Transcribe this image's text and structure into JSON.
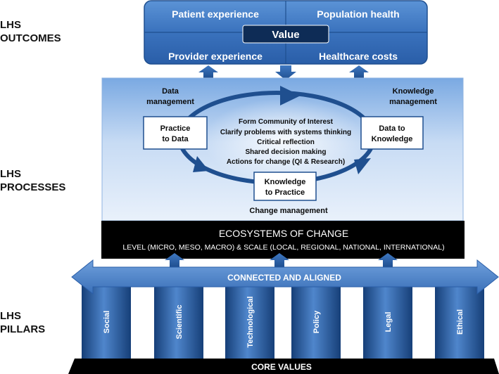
{
  "labels": {
    "outcomes_line1": "LHS",
    "outcomes_line2": "OUTCOMES",
    "processes_line1": "LHS",
    "processes_line2": "PROCESSES",
    "pillars_line1": "LHS",
    "pillars_line2": "PILLARS"
  },
  "outcomes": {
    "top_left": "Patient experience",
    "top_right": "Population health",
    "center": "Value",
    "bottom_left": "Provider experience",
    "bottom_right": "Healthcare costs"
  },
  "processes": {
    "data_management": [
      "Data",
      "management"
    ],
    "knowledge_management": [
      "Knowledge",
      "management"
    ],
    "change_management": "Change management",
    "box_practice_to_data": [
      "Practice",
      "to Data"
    ],
    "box_data_to_knowledge": [
      "Data to",
      "Knowledge"
    ],
    "box_knowledge_to_practice": [
      "Knowledge",
      "to Practice"
    ],
    "center_lines": [
      "Form Community of Interest",
      "Clarify problems with systems thinking",
      "Critical reflection",
      "Shared decision making",
      "Actions for change (QI & Research)"
    ]
  },
  "ecosystem": {
    "title": "ECOSYSTEMS OF CHANGE",
    "subtitle": "LEVEL (MICRO, MESO, MACRO) & SCALE (LOCAL, REGIONAL, NATIONAL, INTERNATIONAL)"
  },
  "pillars": {
    "banner": "CONNECTED AND ALIGNED",
    "items": [
      "Social",
      "Scientific",
      "Technological",
      "Policy",
      "Legal",
      "Ethical"
    ],
    "base": "CORE VALUES"
  },
  "colors": {
    "dark_blue": "#1f4f8f",
    "mid_blue": "#3f7cc6",
    "light_blue": "#cfe0f6",
    "black": "#000000"
  }
}
